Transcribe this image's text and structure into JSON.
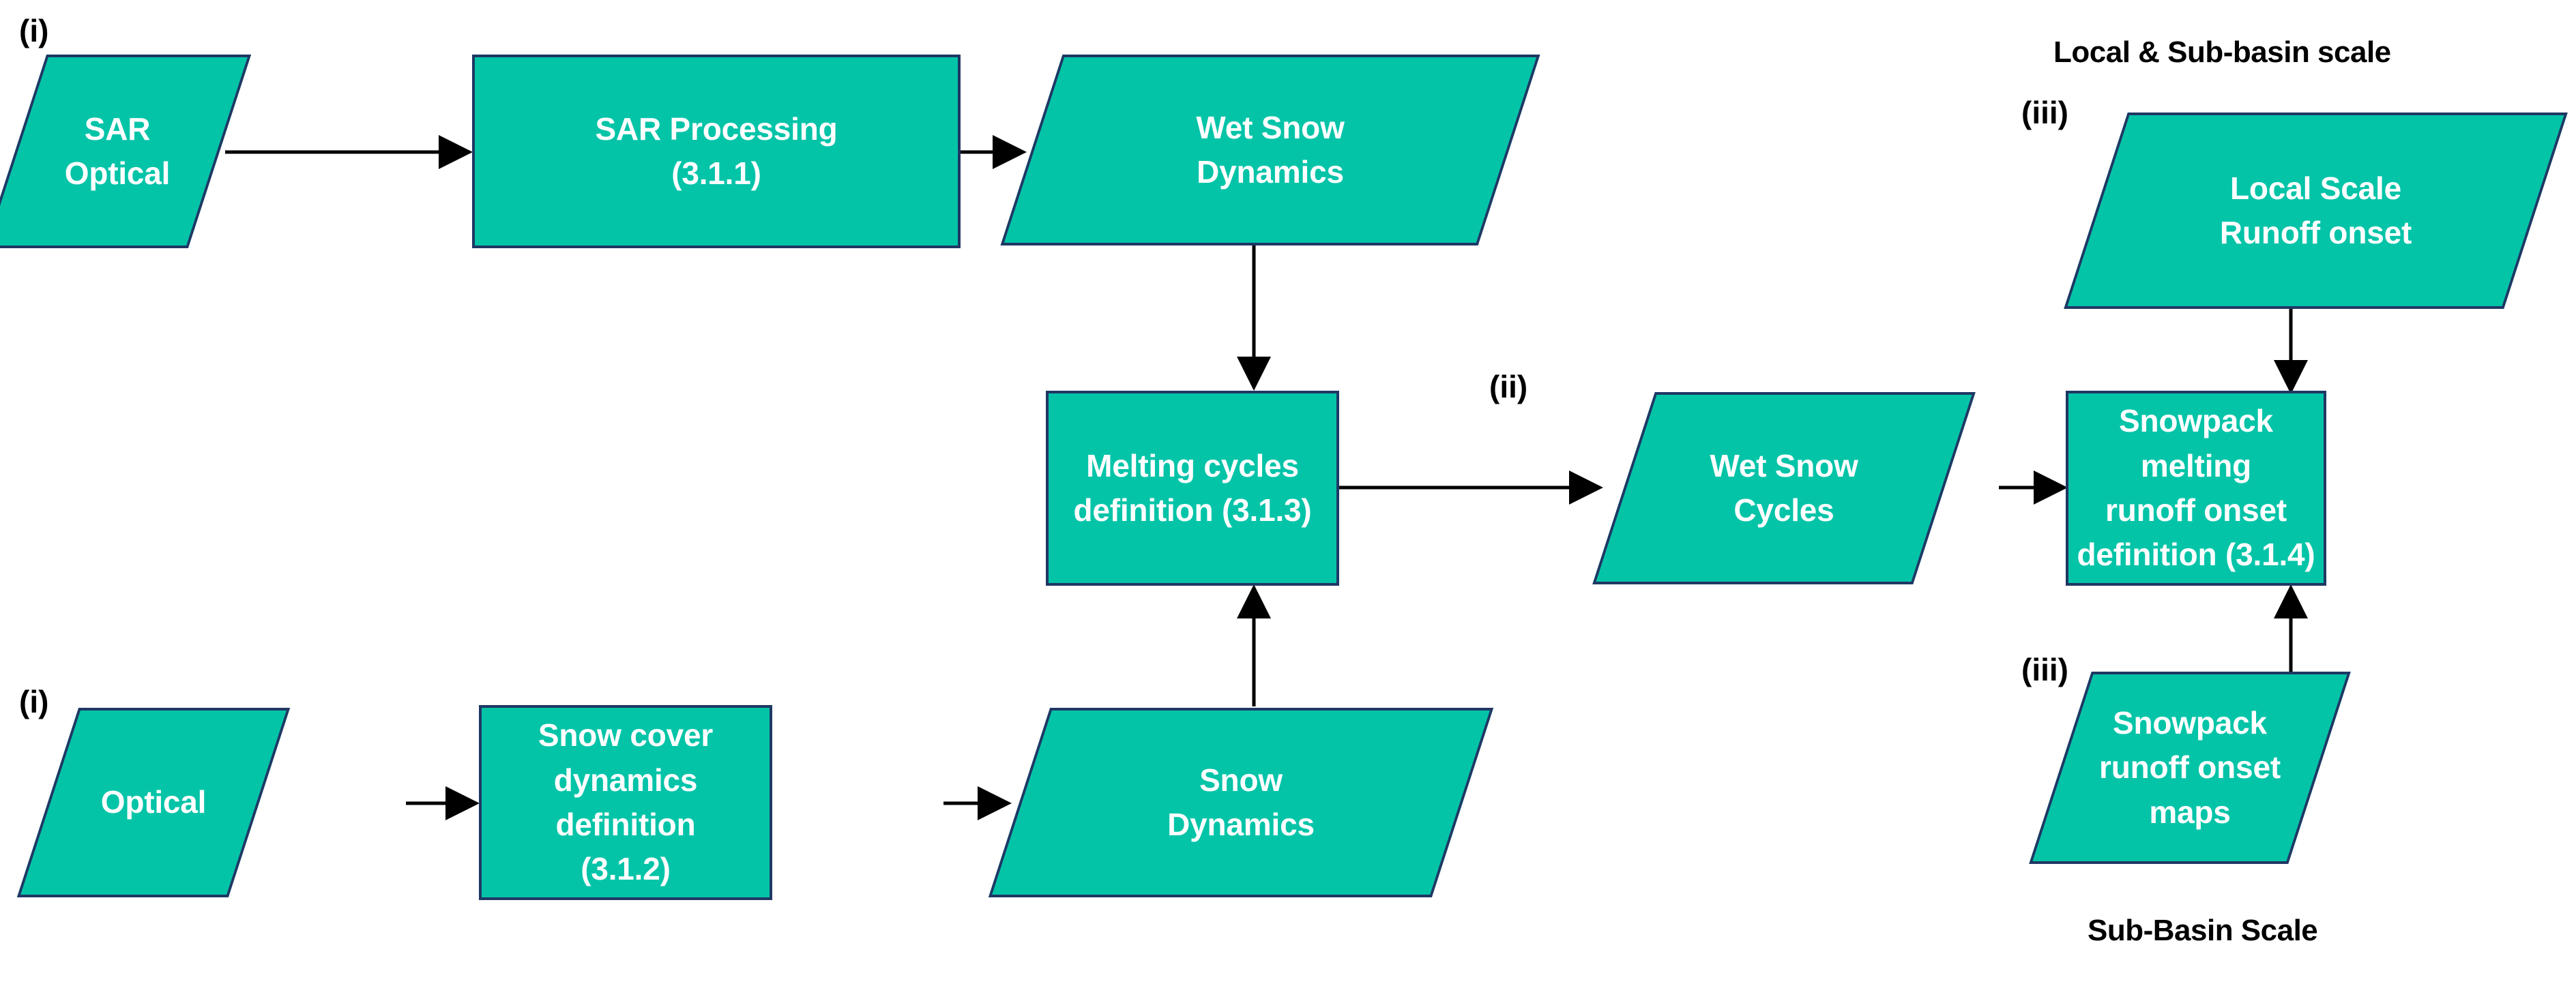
{
  "diagram": {
    "title_hidden": "",
    "colors": {
      "node_fill": "#04C4A8",
      "node_border": "#1F3864",
      "node_text": "#FFFFFF",
      "edge": "#000000",
      "caption_text": "#000000",
      "background": "#FFFFFF"
    },
    "captions": {
      "top_right": "Local & Sub-basin scale",
      "bottom_right": "Sub-Basin Scale"
    },
    "roman_labels": {
      "sar_input": "(i)",
      "optical_input": "(i)",
      "wet_snow_cycles": "(ii)",
      "local_scale_runoff": "(iii)",
      "snowpack_runoff_maps": "(iii)"
    },
    "nodes": {
      "sar_optical": {
        "label": "SAR\nOptical",
        "shape": "parallelogram"
      },
      "sar_processing": {
        "label": "SAR Processing\n(3.1.1)",
        "shape": "rectangle"
      },
      "wet_snow_dynamics": {
        "label": "Wet Snow\nDynamics",
        "shape": "parallelogram"
      },
      "melting_cycles": {
        "label": "Melting cycles\ndefinition (3.1.3)",
        "shape": "rectangle"
      },
      "wet_snow_cycles": {
        "label": "Wet Snow\nCycles",
        "shape": "parallelogram"
      },
      "local_scale_runoff_onset": {
        "label": "Local Scale\nRunoff onset",
        "shape": "parallelogram"
      },
      "snowpack_melting_runoff": {
        "label": "Snowpack melting\nrunoff onset\ndefinition (3.1.4)",
        "shape": "rectangle"
      },
      "optical": {
        "label": "Optical",
        "shape": "parallelogram"
      },
      "snow_cover_dynamics": {
        "label": "Snow cover\ndynamics definition\n(3.1.2)",
        "shape": "rectangle"
      },
      "snow_dynamics": {
        "label": "Snow\nDynamics",
        "shape": "parallelogram"
      },
      "snowpack_runoff_maps": {
        "label": "Snowpack\nrunoff onset\nmaps",
        "shape": "parallelogram"
      }
    },
    "edges": [
      {
        "from": "sar_optical",
        "to": "sar_processing",
        "direction": "right"
      },
      {
        "from": "sar_processing",
        "to": "wet_snow_dynamics",
        "direction": "right"
      },
      {
        "from": "wet_snow_dynamics",
        "to": "melting_cycles",
        "direction": "down"
      },
      {
        "from": "melting_cycles",
        "to": "wet_snow_cycles",
        "direction": "right"
      },
      {
        "from": "wet_snow_cycles",
        "to": "snowpack_melting_runoff",
        "direction": "right"
      },
      {
        "from": "optical",
        "to": "snow_cover_dynamics",
        "direction": "right"
      },
      {
        "from": "snow_cover_dynamics",
        "to": "snow_dynamics",
        "direction": "right"
      },
      {
        "from": "snow_dynamics",
        "to": "melting_cycles",
        "direction": "up"
      },
      {
        "from": "local_scale_runoff_onset",
        "to": "snowpack_melting_runoff",
        "direction": "down"
      },
      {
        "from": "snowpack_runoff_maps",
        "to": "snowpack_melting_runoff",
        "direction": "up"
      }
    ]
  }
}
